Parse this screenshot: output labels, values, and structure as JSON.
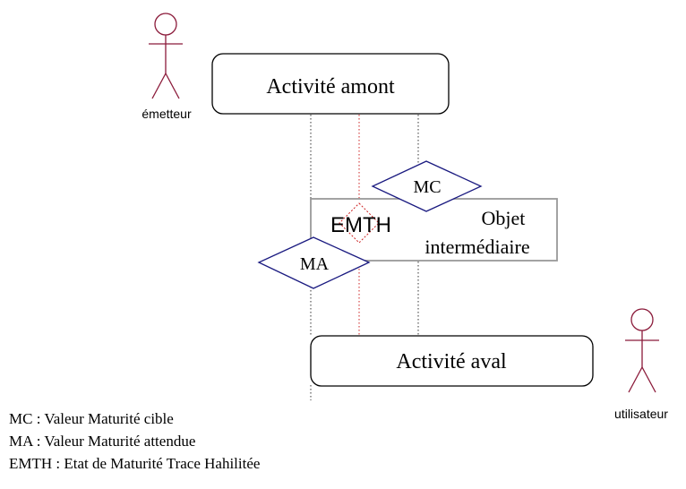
{
  "actors": {
    "emitter": {
      "label": "émetteur"
    },
    "user": {
      "label": "utilisateur"
    }
  },
  "activities": {
    "upstream": {
      "label": "Activité amont"
    },
    "downstream": {
      "label": "Activité aval"
    }
  },
  "intermediate_object": {
    "line1": "Objet",
    "line2": "intermédiaire"
  },
  "markers": {
    "mc": {
      "label": "MC"
    },
    "ma": {
      "label": "MA"
    },
    "emth": {
      "label": "EMTH"
    }
  },
  "legend": [
    "MC : Valeur Maturité cible",
    "MA : Valeur Maturité attendue",
    "EMTH : Etat de Maturité Trace Hahilitée"
  ],
  "colors": {
    "actor": "#8b1a3a",
    "diamond": "#1a1a80",
    "emth": "#cc2222",
    "object_border": "#999999",
    "lifeline": "#333333"
  }
}
